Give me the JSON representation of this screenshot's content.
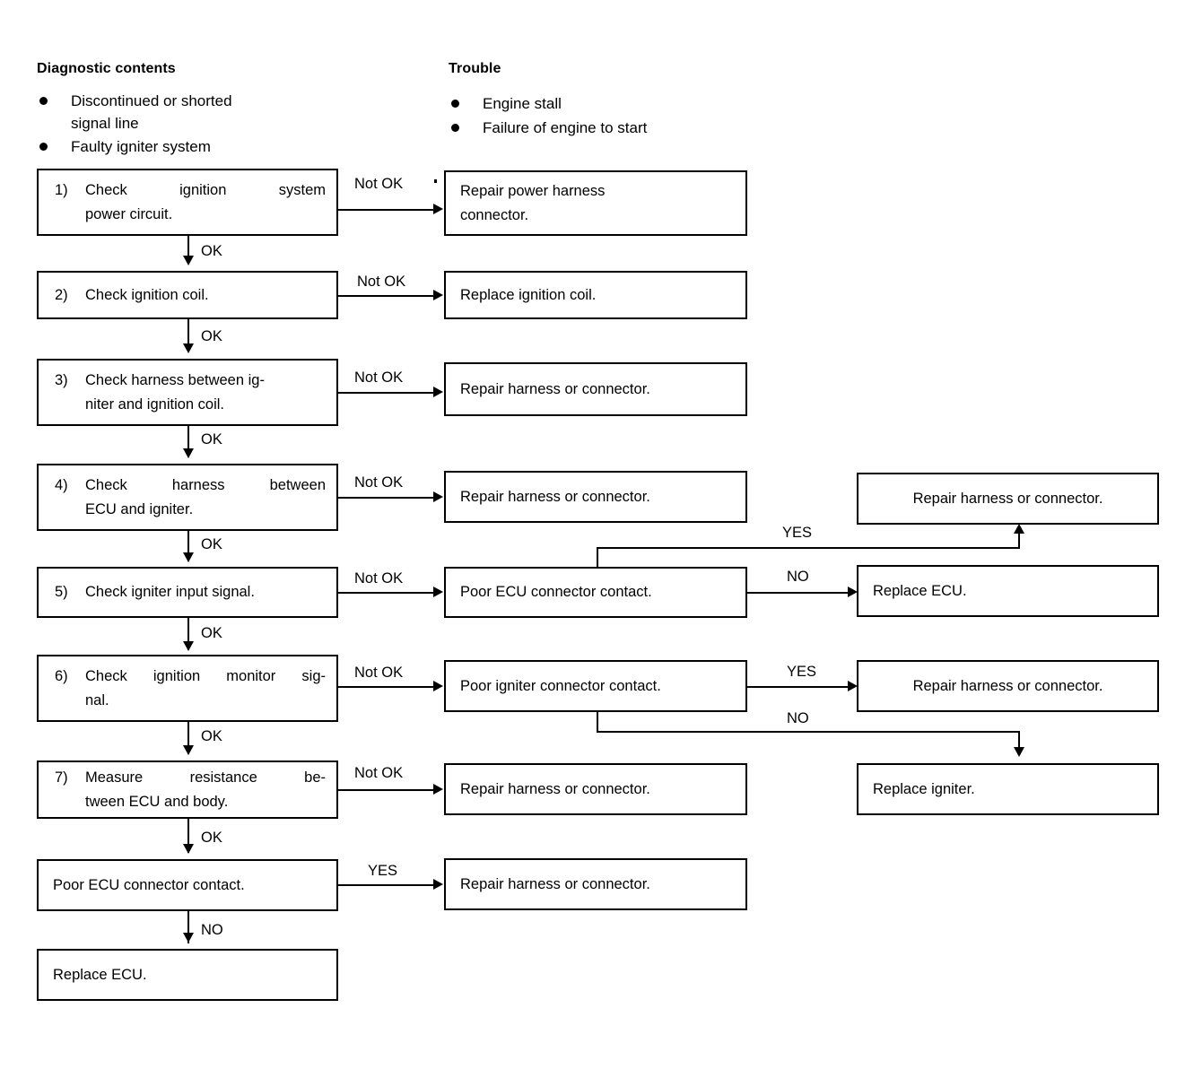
{
  "headers": {
    "diagnostic": "Diagnostic contents",
    "trouble": "Trouble"
  },
  "diagnostic_items": [
    "Discontinued or shorted\nsignal line",
    "Faulty igniter system"
  ],
  "trouble_items": [
    "Engine stall",
    "Failure of engine to start"
  ],
  "steps": [
    {
      "num": "1)",
      "text": "Check ignition system power circuit."
    },
    {
      "num": "2)",
      "text": "Check ignition coil."
    },
    {
      "num": "3)",
      "text": "Check harness between ig-niter and ignition coil."
    },
    {
      "num": "4)",
      "text": "Check harness between ECU and igniter."
    },
    {
      "num": "5)",
      "text": "Check igniter input signal."
    },
    {
      "num": "6)",
      "text": "Check ignition monitor sig-nal."
    },
    {
      "num": "7)",
      "text": "Measure resistance be-tween ECU and body."
    }
  ],
  "step_lines": {
    "s1_l1": "Check         ignition         system",
    "s1_l2": "power circuit.",
    "s2_l1": "Check ignition coil.",
    "s3_l1": "Check harness between ig-",
    "s3_l2": "niter and ignition coil.",
    "s4_l1": "Check      harness      between",
    "s4_l2": "ECU and igniter.",
    "s5_l1": "Check igniter input signal.",
    "s6_l1": "Check  ignition  monitor  sig-",
    "s6_l2": "nal.",
    "s7_l1": "Measure      resistance      be-",
    "s7_l2": "tween ECU and body."
  },
  "results": {
    "repair_power_harness_l1": "Repair power harness",
    "repair_power_harness_l2": "connector.",
    "replace_ignition_coil": "Replace ignition coil.",
    "repair_harness_3": "Repair harness or connector.",
    "repair_harness_4": "Repair harness or connector.",
    "repair_harness_4r": "Repair harness or connector.",
    "poor_ecu_contact_5": "Poor ECU connector contact.",
    "replace_ecu_5": "Replace ECU.",
    "poor_igniter_contact_6": "Poor igniter connector contact.",
    "repair_harness_6": "Repair harness or connector.",
    "repair_harness_7": "Repair harness or connector.",
    "replace_igniter_7": "Replace igniter.",
    "poor_ecu_contact_final": "Poor ECU connector contact.",
    "repair_harness_final": "Repair harness or connector.",
    "replace_ecu_final": "Replace ECU."
  },
  "edges": {
    "not_ok_1": "Not OK",
    "not_ok_2": "Not OK",
    "not_ok_3": "Not OK",
    "not_ok_4": "Not OK",
    "not_ok_5": "Not OK",
    "not_ok_6": "Not OK",
    "not_ok_7": "Not OK",
    "ok_1": "OK",
    "ok_2": "OK",
    "ok_3": "OK",
    "ok_4": "OK",
    "ok_5": "OK",
    "ok_6": "OK",
    "ok_7": "OK",
    "yes_5": "YES",
    "no_5": "NO",
    "yes_6": "YES",
    "no_6": "NO",
    "yes_final": "YES",
    "no_final": "NO"
  },
  "colors": {
    "ink": "#000000",
    "paper": "#ffffff"
  }
}
